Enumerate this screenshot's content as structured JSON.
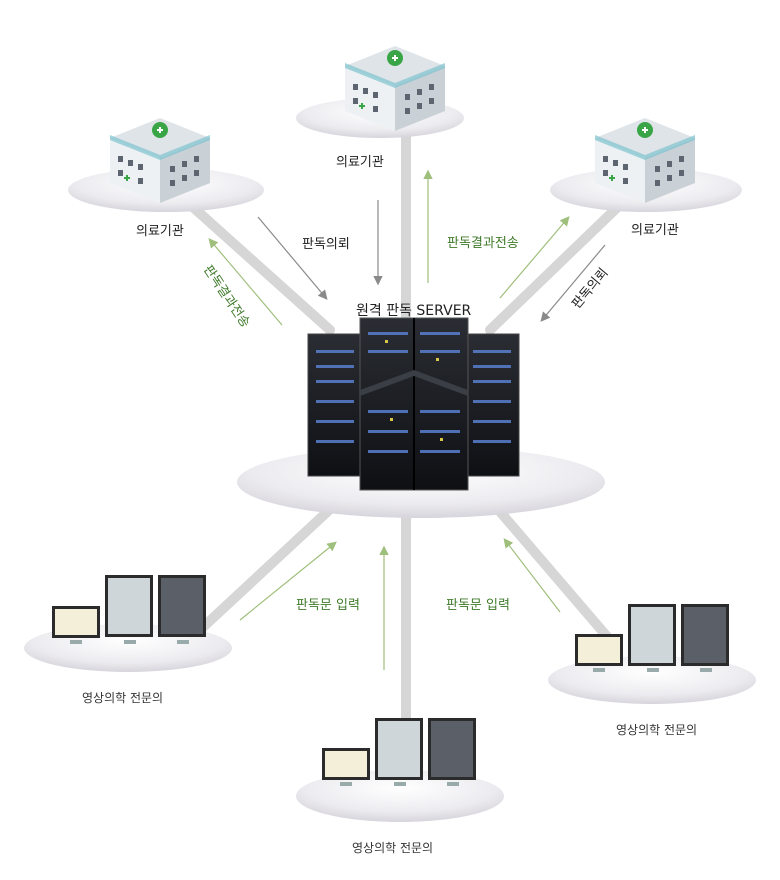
{
  "server": {
    "label": "원격 판독 SERVER"
  },
  "hospitals": [
    {
      "label": "의료기관"
    },
    {
      "label": "의료기관"
    },
    {
      "label": "의료기관"
    }
  ],
  "flows": {
    "request_top": "판독의뢰",
    "result_top": "판독결과전송",
    "request_right": "판독의뢰",
    "result_left": "판독결과전송",
    "input_left": "판독문 입력",
    "input_right": "판독문 입력"
  },
  "specialists": [
    {
      "label": "영상의학 전문의"
    },
    {
      "label": "영상의학 전문의"
    },
    {
      "label": "영상의학 전문의"
    }
  ],
  "colors": {
    "green_arrow": "#9fbf7c",
    "gray_arrow": "#8a8a8a",
    "link": "#d4d4d4",
    "platform": "#e9e7ec"
  }
}
